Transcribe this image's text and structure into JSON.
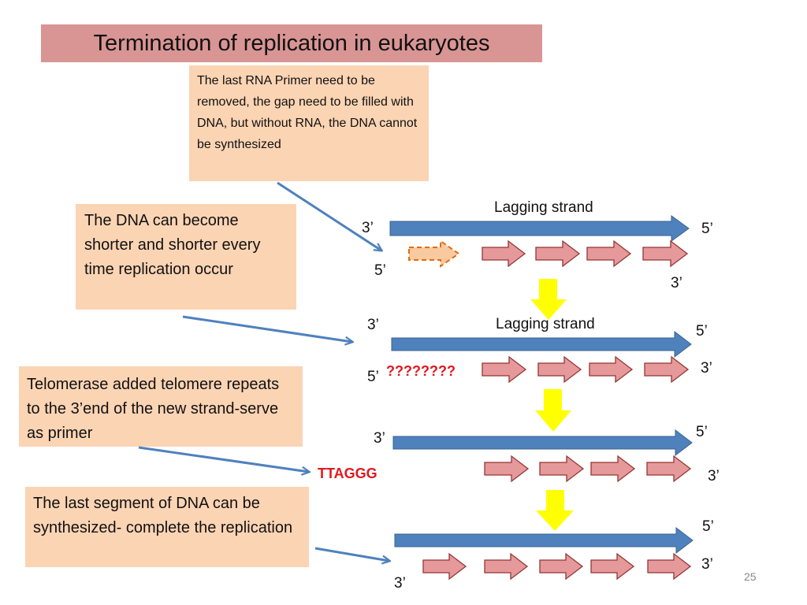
{
  "title": "Termination of replication in eukaryotes",
  "notes": [
    "The last RNA Primer need to be removed, the gap need to be filled with DNA, but without RNA,  the DNA cannot be synthesized",
    "The DNA can become shorter and shorter every time replication occur",
    "Telomerase added telomere repeats to the 3’end of the new strand-serve as primer",
    "The last segment of DNA can be synthesized- complete the replication"
  ],
  "stages": [
    {
      "header": "Lagging strand",
      "template_left": "3’",
      "template_right": "5’",
      "new_left": "5’",
      "new_right": "3’"
    },
    {
      "header": "Lagging strand",
      "template_left": "3’",
      "template_right": "5’",
      "new_left": "5’",
      "new_right": "3’",
      "gap_label": "????????"
    },
    {
      "template_left": "3’",
      "template_right": "5’",
      "new_right": "3’",
      "telomere_label": "TTAGGG"
    },
    {
      "template_right": "5’",
      "new_left": "3’",
      "new_right": "3’"
    }
  ],
  "colors": {
    "title_bg": "#d99594",
    "note_bg": "#fbd4b4",
    "template_strand": "#4f81bd",
    "fragment": "#e6999a",
    "primer": "#f79646",
    "step_arrow": "#ffff00",
    "pointer": "#4f81bd",
    "highlight_text": "#e0191e"
  },
  "page_number": "25"
}
